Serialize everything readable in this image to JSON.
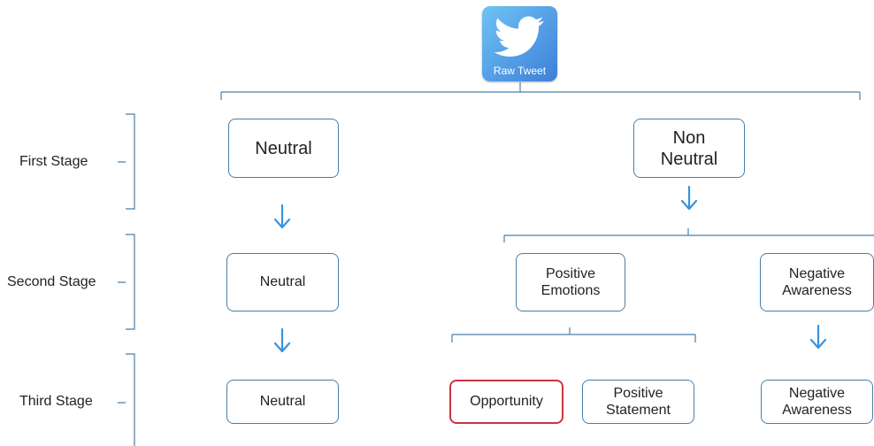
{
  "logo": {
    "caption": "Raw Tweet",
    "icon": "twitter-bird-icon",
    "gradient_from": "#6ec3f4",
    "gradient_to": "#3e7fd9"
  },
  "stages": {
    "first": "First Stage",
    "second": "Second Stage",
    "third": "Third Stage"
  },
  "nodes": {
    "first_neutral": "Neutral",
    "first_non_neutral": "Non\nNeutral",
    "second_neutral": "Neutral",
    "second_positive_emotions": "Positive\nEmotions",
    "second_negative_awareness": "Negative\nAwareness",
    "third_neutral": "Neutral",
    "third_opportunity": "Opportunity",
    "third_positive_statement": "Positive\nStatement",
    "third_negative_awareness": "Negative\nAwareness"
  },
  "colors": {
    "node_border": "#4a7ea6",
    "highlight_border": "#cc3340",
    "arrow": "#3a93dc",
    "connector": "#4a7ea6"
  }
}
